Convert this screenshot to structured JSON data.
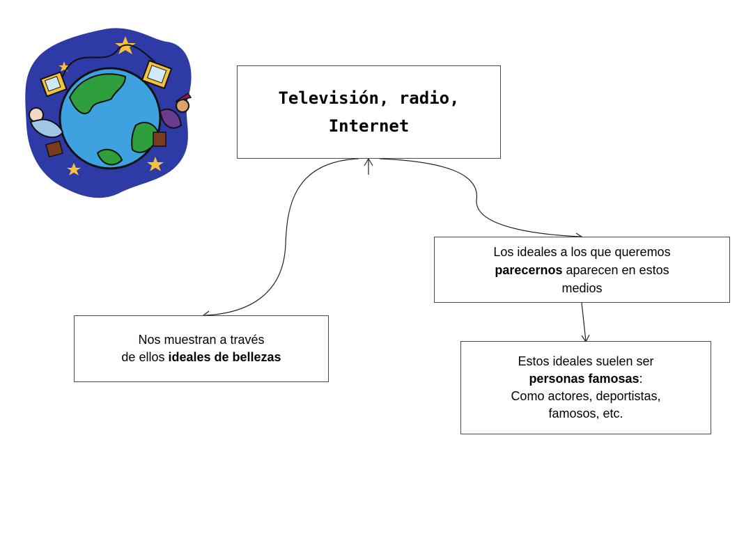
{
  "main_box": {
    "line1": "Televisión, radio,",
    "line2": "Internet"
  },
  "left_box": {
    "line1": "Nos muestran a través",
    "line2_plain": "de ellos ",
    "line2_bold": "ideales de bellezas"
  },
  "right_box": {
    "line1": "Los ideales a los que queremos",
    "line2_bold": "parecernos",
    "line2_plain": " aparecen en estos",
    "line3": "medios"
  },
  "bottom_box": {
    "line1": "Estos ideales suelen ser",
    "line2_bold": "personas famosas",
    "line2_plain": ":",
    "line3": "Como actores, deportistas,",
    "line4": "famosos, etc."
  },
  "illustration": {
    "icon": "globe-communication-clipart",
    "colors": {
      "sky": "#2e3aa6",
      "ocean": "#3fa2e0",
      "land": "#2f9e3c",
      "stars": "#f5c23a"
    }
  }
}
